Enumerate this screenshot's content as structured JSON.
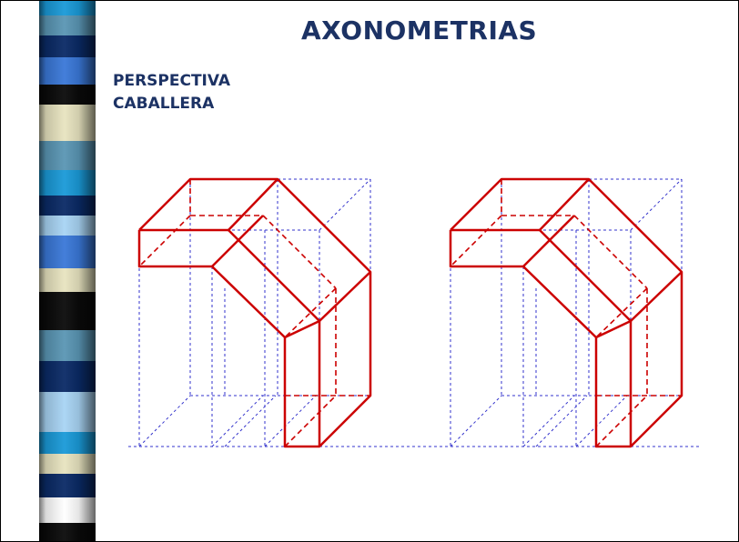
{
  "slide": {
    "title": "AXONOMETRIAS",
    "subtitle_line1": "PERSPECTIVA",
    "subtitle_line2": "CABALLERA"
  },
  "colors": {
    "title_text": "#1c3264",
    "solid_edges": "#cc0000",
    "construction_lines": "#3333cc",
    "stripe_palette": [
      "#0a2a66",
      "#3a78d8",
      "#0a0a0a",
      "#e8e4c0",
      "#4a8aa8",
      "#1a9ad8",
      "#a8d4f4",
      "#5a96b4"
    ]
  },
  "figures": [
    {
      "name": "left-axonometric-figure",
      "description": "red solid bent prism in cavalier perspective with blue dashed bounding box"
    },
    {
      "name": "right-axonometric-figure",
      "description": "red solid bent prism in cavalier perspective with blue dashed bounding box"
    }
  ]
}
